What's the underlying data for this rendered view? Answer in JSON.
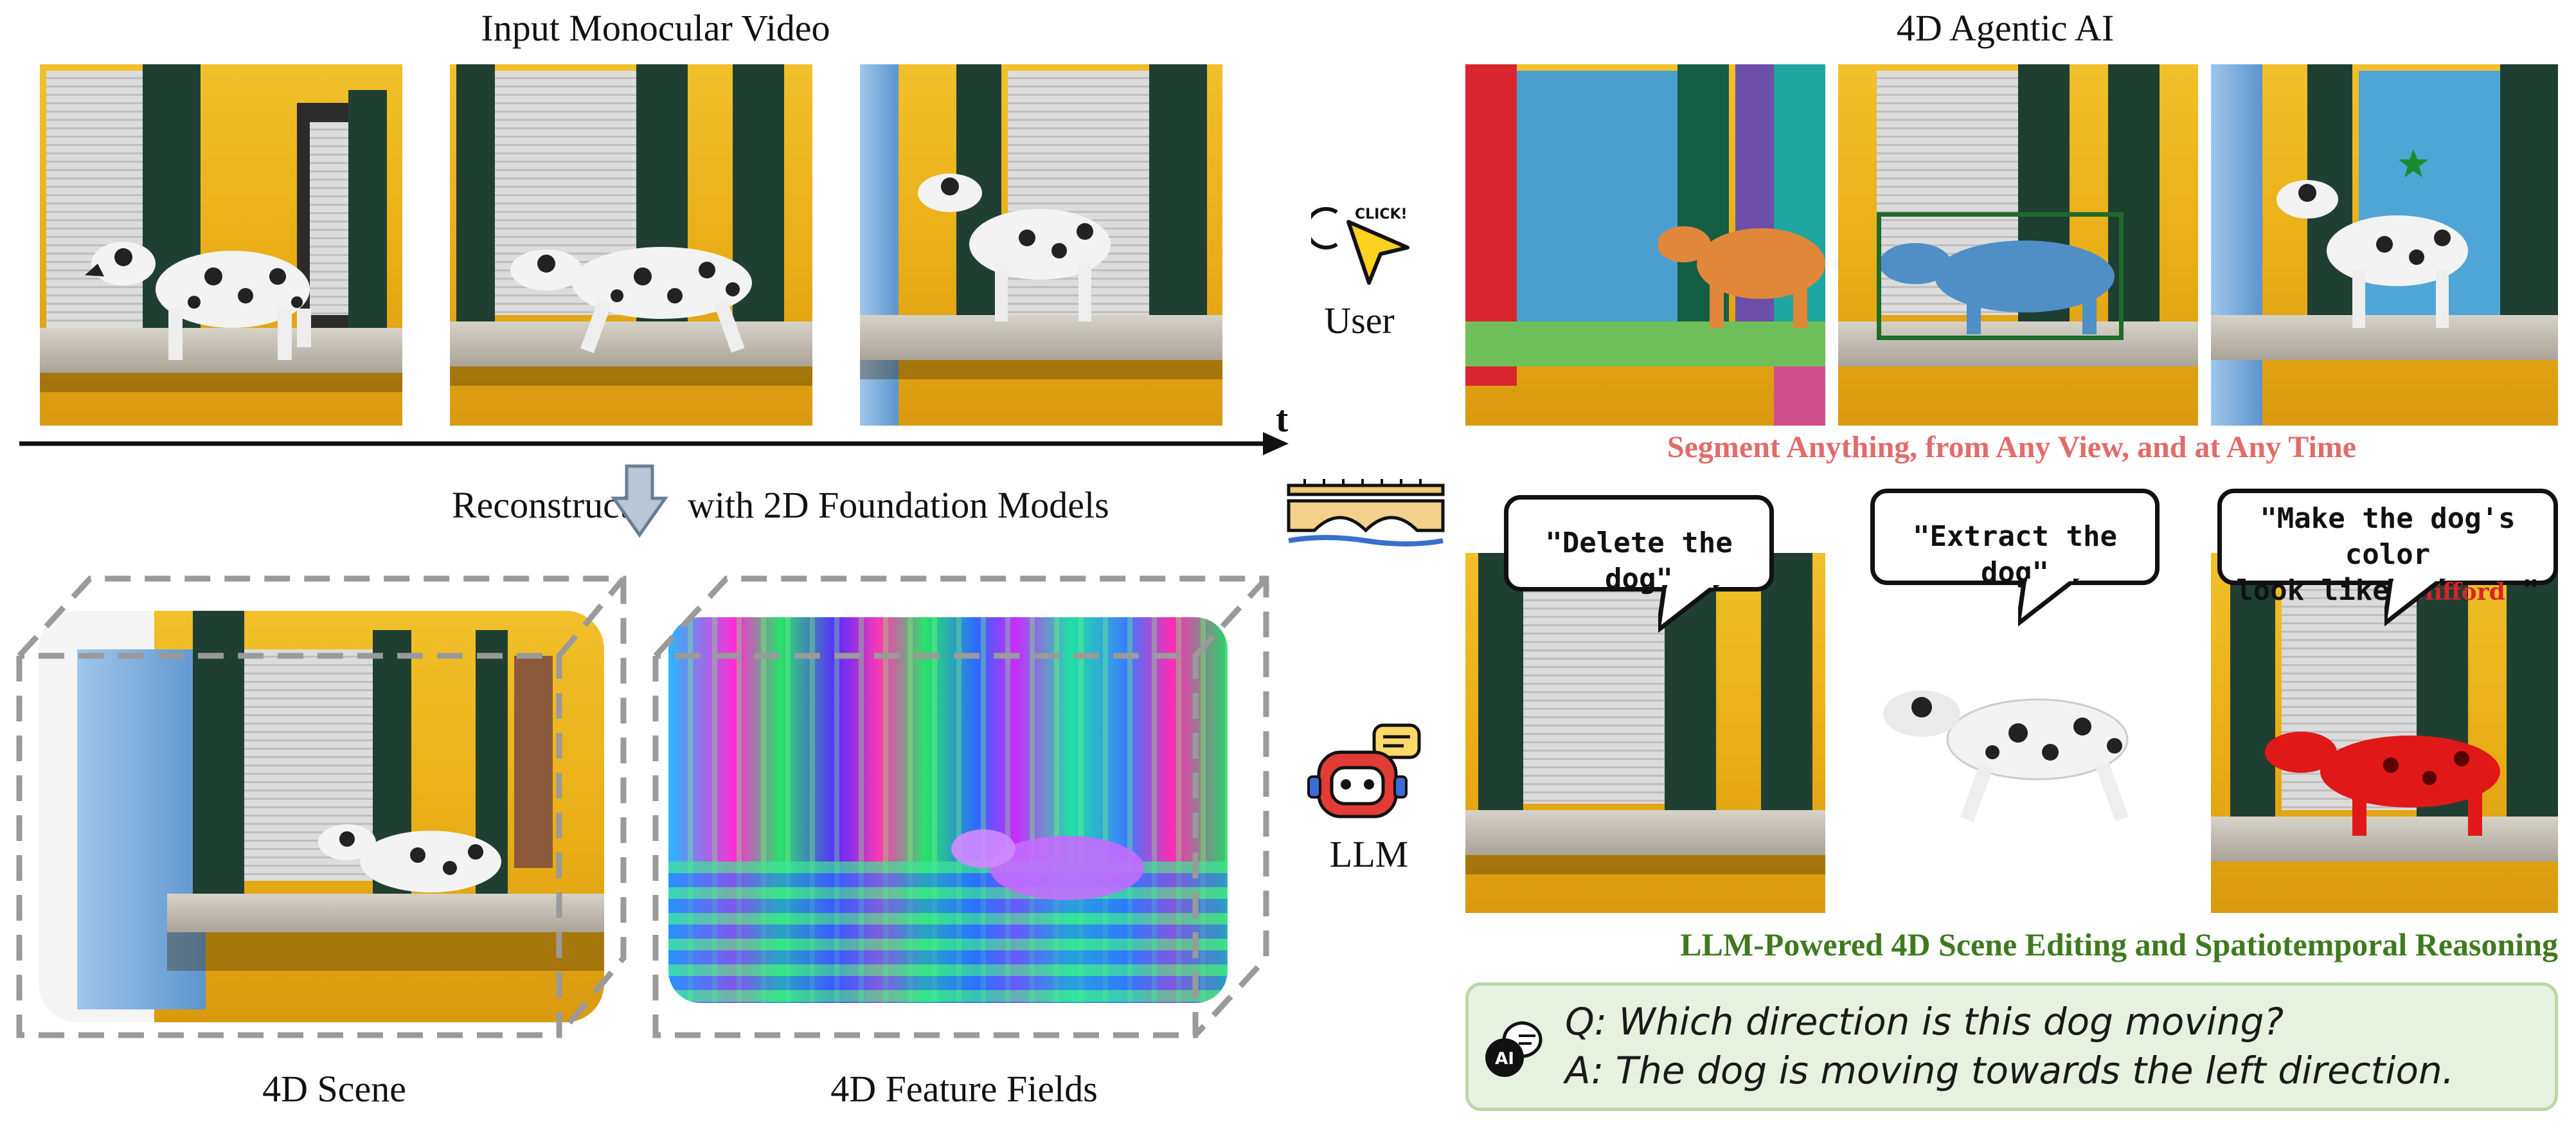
{
  "left": {
    "title": "Input Monocular Video",
    "time_label": "t",
    "reconstruct_label": "Reconstruct",
    "foundation_label": "with 2D Foundation Models",
    "scene_caption": "4D Scene",
    "feature_caption": "4D Feature Fields"
  },
  "right": {
    "title": "4D Agentic AI",
    "click_text": "CLICK!",
    "user_label": "User",
    "llm_label": "LLM",
    "segment_caption": "Segment Anything, from Any View, and at Any Time",
    "editing_caption": "LLM-Powered 4D Scene Editing and Spatiotemporal Reasoning",
    "bubbles": {
      "delete": "\"Delete the dog\"",
      "extract": "\"Extract the dog\"",
      "color_line1": "\"Make the dog's color",
      "color_line2": "look like ",
      "color_word": "Clifford",
      "color_end": " \""
    },
    "ai_badge": "AI",
    "qa": {
      "question": "Q: Which direction is this dog moving?",
      "answer": "A: The dog is moving towards the left direction."
    }
  },
  "colors": {
    "segment_caption": "#e26b6b",
    "editing_caption": "#3f7a1e",
    "qa_bg": "#e7f1df",
    "qa_border": "#b9d7a6",
    "wall_yellow": "#eeb41f",
    "shutter_green": "#1f3f33",
    "seg_orange": "#e0873a",
    "seg_blue": "#4f8fc6",
    "dog_red": "#e01818"
  },
  "icons": [
    "click-cursor-icon",
    "bridge-icon",
    "robot-llm-icon",
    "ai-chat-icon",
    "down-arrow-icon",
    "star-icon"
  ]
}
